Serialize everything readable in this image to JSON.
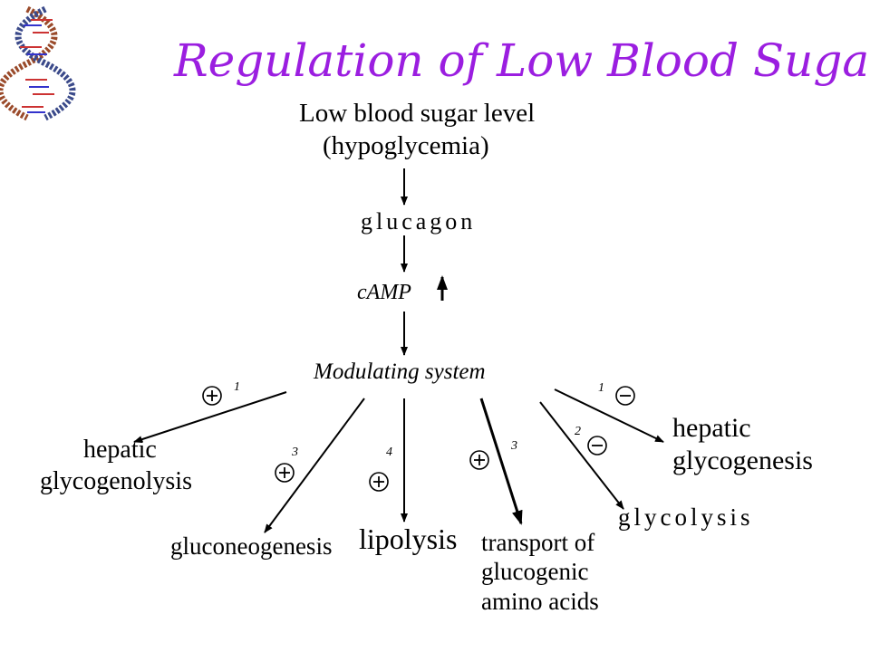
{
  "title": "Regulation of Low Blood Sugar",
  "trigger": {
    "line1": "Low blood sugar level",
    "line2": "(hypoglycemia)"
  },
  "hormone": "glucagon",
  "messenger": "cAMP",
  "modulator": "Modulating system",
  "outcomes": {
    "glycogenolysis": {
      "line1": "hepatic",
      "line2": "glycogenolysis",
      "sign": "+",
      "num": "1"
    },
    "gluconeogenesis": {
      "label": "gluconeogenesis",
      "sign": "+",
      "num": "3"
    },
    "lipolysis": {
      "label": "lipolysis",
      "sign": "+",
      "num": "4"
    },
    "transport": {
      "line1": "transport of",
      "line2": "glucogenic",
      "line3": "amino acids",
      "sign": "+",
      "num": "3"
    },
    "glycolysis": {
      "label": "glycolysis",
      "sign": "−",
      "num": "2"
    },
    "glycogenesis": {
      "line1": "hepatic",
      "line2": "glycogenesis",
      "sign": "−",
      "num": "1"
    }
  },
  "icons": {
    "dna": "dna-helix-icon"
  }
}
